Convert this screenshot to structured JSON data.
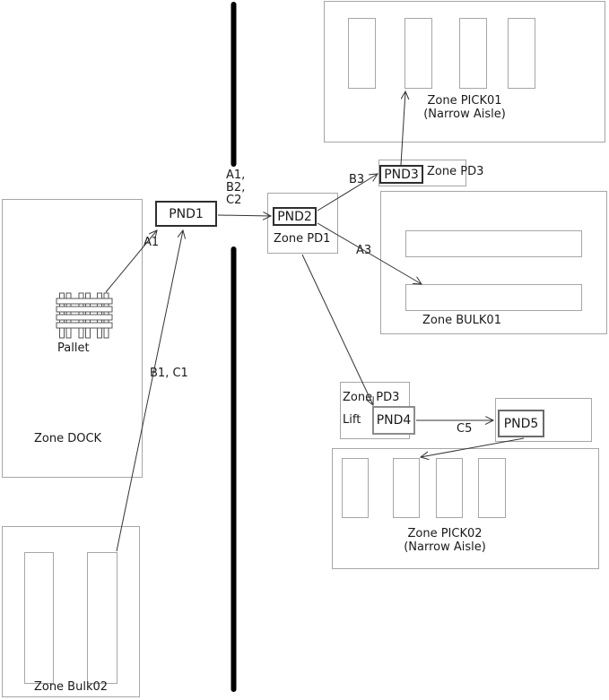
{
  "colors": {
    "zone_border": "#a6a6a6",
    "node_border_dark": "#2e2e2e",
    "node_border_gray": "#8c8c8c",
    "node_border_mid": "#6b6b6b",
    "arrow": "#333333",
    "wall": "#000000",
    "text": "#1a1a1a",
    "bg": "#ffffff"
  },
  "zones": {
    "pick01": {
      "name": "Zone PICK01",
      "subtitle": "(Narrow Aisle)"
    },
    "pd3_upper": {
      "name": "Zone PD3"
    },
    "pd1": {
      "name": "Zone PD1"
    },
    "dock": {
      "name": "Zone DOCK"
    },
    "bulk01": {
      "name": "Zone BULK01"
    },
    "pd3_lower": {
      "name": "Zone PD3",
      "subtitle": "Lift"
    },
    "pick02": {
      "name": "Zone PICK02",
      "subtitle": "(Narrow Aisle)"
    },
    "bulk02": {
      "name": "Zone Bulk02"
    }
  },
  "nodes": {
    "pnd1": {
      "label": "PND1"
    },
    "pnd2": {
      "label": "PND2"
    },
    "pnd3": {
      "label": "PND3"
    },
    "pnd4": {
      "label": "PND4"
    },
    "pnd5": {
      "label": "PND5"
    }
  },
  "objects": {
    "pallet": {
      "label": "Pallet"
    }
  },
  "routes": {
    "a1": {
      "label": "A1"
    },
    "b1_c1": {
      "label": "B1, C1"
    },
    "a1_b2_c2": {
      "label": "A1,\nB2,\nC2"
    },
    "b3": {
      "label": "B3"
    },
    "a3": {
      "label": "A3"
    },
    "c5": {
      "label": "C5"
    }
  }
}
